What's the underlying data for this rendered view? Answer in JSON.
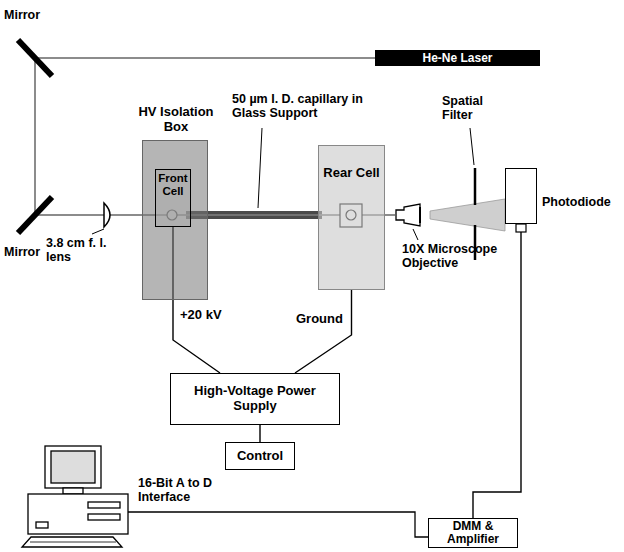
{
  "diagram": {
    "nodes": [
      {
        "text": [
          "He-Ne Laser"
        ]
      },
      {
        "text": [
          "HV Isolation Box"
        ]
      },
      {
        "text": [
          "Front Cell"
        ],
        "in": 1
      },
      {
        "text": [
          "Rear Cell"
        ]
      },
      {
        "text": [
          "Photodiode"
        ]
      },
      {
        "text": [
          "High-Voltage Power Supply"
        ]
      },
      {
        "text": [
          "Control"
        ]
      },
      {
        "text": [
          "DMM & Amplifier"
        ]
      }
    ],
    "edges": [
      {
        "from": 2,
        "to": 5,
        "arrow": "none",
        "label": "+20 kV"
      },
      {
        "from": 3,
        "to": 5,
        "arrow": "none",
        "label": "Ground"
      },
      {
        "from": 5,
        "to": 6,
        "arrow": "none"
      },
      {
        "from": 4,
        "to": 7,
        "arrow": "none"
      }
    ],
    "labels": [
      "Mirror",
      "Mirror",
      "3.8 cm f. l. lens",
      "50 µm I. D. capillary in Glass Support",
      "10X Microscope Objective",
      "Spatial Filter",
      "16-Bit A to D Interface"
    ]
  }
}
